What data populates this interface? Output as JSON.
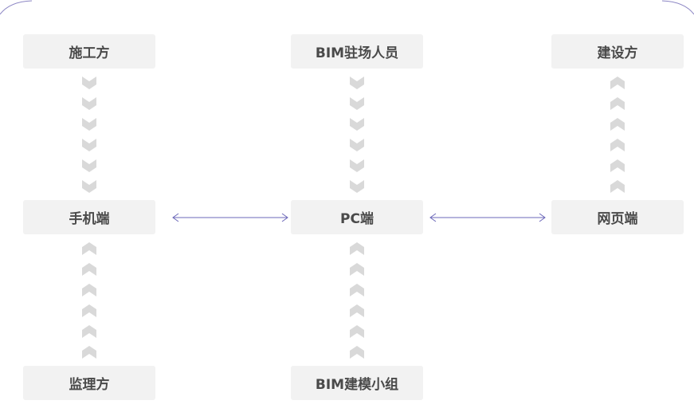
{
  "nodes": {
    "contractor": "施工方",
    "bim_onsite": "BIM驻场人员",
    "owner": "建设方",
    "mobile": "手机端",
    "pc": "PC端",
    "web": "网页端",
    "supervisor": "监理方",
    "bim_modeling": "BIM建模小组"
  },
  "colors": {
    "node_fill": "#f2f2f2",
    "node_text": "#4a4a4a",
    "chevron": "#d9d9d9",
    "connector": "#6b67b8",
    "frame": "#8c86c4"
  }
}
